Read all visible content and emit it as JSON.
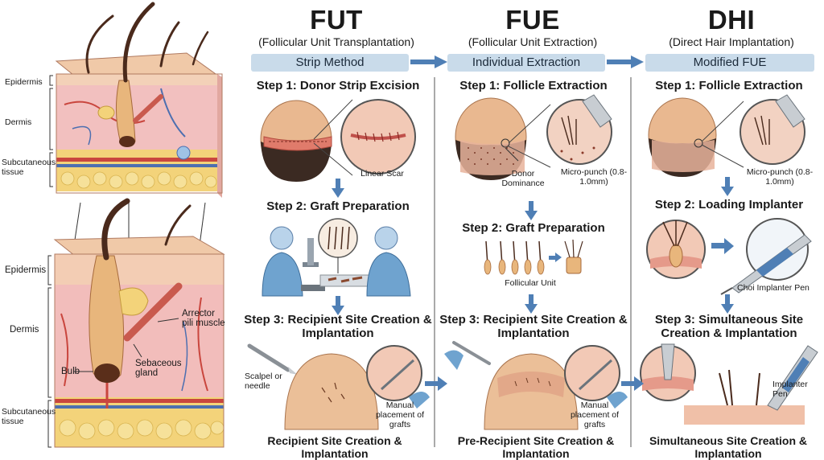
{
  "skin_top": {
    "epidermis": "Epidermis",
    "dermis": "Dermis",
    "subcutaneous": "Subcutaneous tissue"
  },
  "skin_bottom": {
    "epidermis": "Epidermis",
    "dermis": "Dermis",
    "bulb": "Bulb",
    "arrector": "Arrector pili muscle",
    "sebaceous": "Sebaceous gland",
    "subcutaneous": "Subcutaneous tissue"
  },
  "fut": {
    "title": "FUT",
    "subtitle": "(Follicular Unit Transplantation)",
    "banner": "Strip Method",
    "step1": "Step 1: Donor Strip Excision",
    "scar": "Linear Scar",
    "step2": "Step 2: Graft Preparation",
    "step3": "Step 3: Recipient Site Creation & Implantation",
    "scalpel": "Scalpel or needle",
    "manual": "Manual placement of grafts",
    "bottom": "Recipient Site Creation & Implantation"
  },
  "fue": {
    "title": "FUE",
    "subtitle": "(Follicular Unit Extraction)",
    "banner": "Individual Extraction",
    "step1": "Step 1: Follicle Extraction",
    "donor": "Donor Dominance",
    "punch": "Micro-punch (0.8-1.0mm)",
    "step2": "Step 2: Graft Preparation",
    "unit": "Follicular Unit",
    "step3": "Step 3: Recipient Site Creation & Implantation",
    "manual": "Manual placement of grafts",
    "bottom": "Pre-Recipient Site Creation & Implantation"
  },
  "dhi": {
    "title": "DHI",
    "subtitle": "(Direct Hair Implantation)",
    "banner": "Modified FUE",
    "step1": "Step 1: Follicle Extraction",
    "punch": "Micro-punch (0.8-1.0mm)",
    "step2": "Step 2: Loading Implanter",
    "choi": "Choi Implanter Pen",
    "step3": "Step 3: Simultaneous Site Creation & Implantation",
    "pen": "Implanter Pen",
    "bottom": "Simultaneous Site Creation & Implantation"
  },
  "colors": {
    "banner": "#c9dbea",
    "arrow": "#4f7fb5",
    "skin": "#f2c4bf",
    "fat": "#f3d37a",
    "hair": "#4a2a1c"
  },
  "icons": [
    "scalp-icon",
    "magnifier-icon",
    "microscope-icon",
    "scalpel-icon",
    "micro-punch-icon",
    "implanter-pen-icon",
    "forceps-icon"
  ]
}
